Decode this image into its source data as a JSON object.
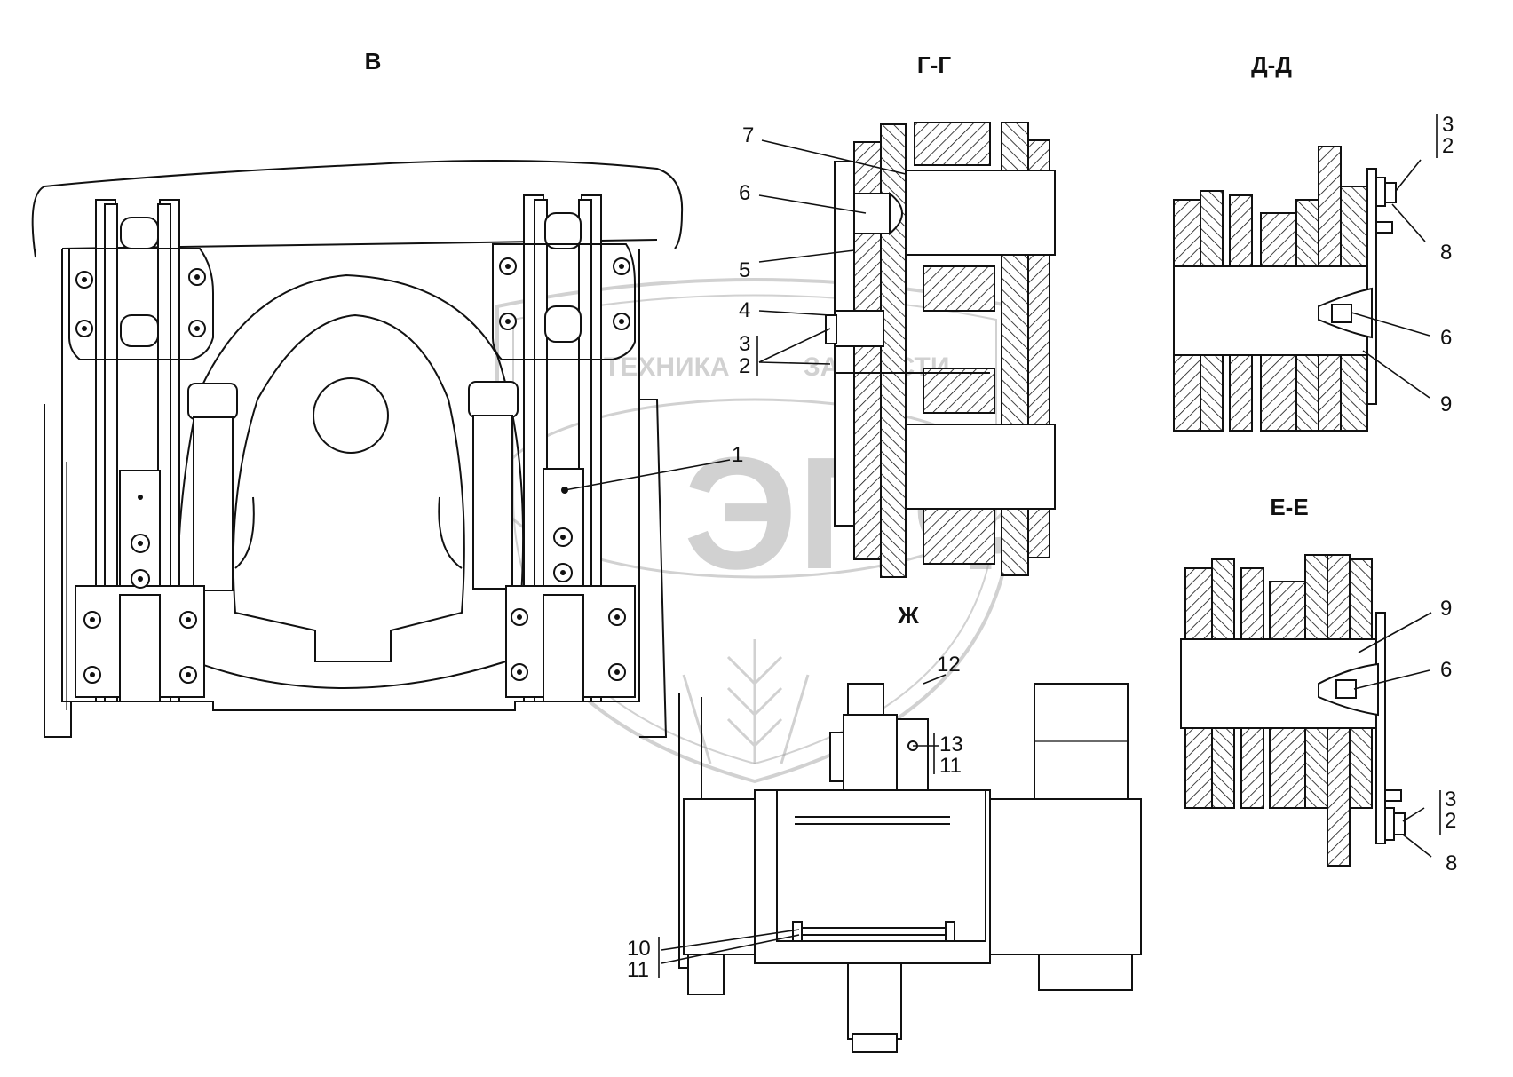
{
  "views": {
    "v": "В",
    "gg": "Г-Г",
    "dd": "Д-Д",
    "ee": "Е-Е",
    "zh": "Ж"
  },
  "callouts": {
    "c1": "1",
    "c2": "2",
    "c3": "3",
    "c4": "4",
    "c5": "5",
    "c6": "6",
    "c7": "7",
    "dd_3": "3",
    "dd_2": "2",
    "dd_8": "8",
    "dd_6": "6",
    "dd_9": "9",
    "ee_9": "9",
    "ee_6": "6",
    "ee_3": "3",
    "ee_2": "2",
    "ee_8": "8",
    "zh_12": "12",
    "zh_13": "13",
    "zh_11a": "11",
    "zh_10": "10",
    "zh_11b": "11"
  },
  "watermark": {
    "text_left": "ТЕХНИКА",
    "text_right": "ЗАПЧАСТИ",
    "monogram": "ЭПФ"
  }
}
